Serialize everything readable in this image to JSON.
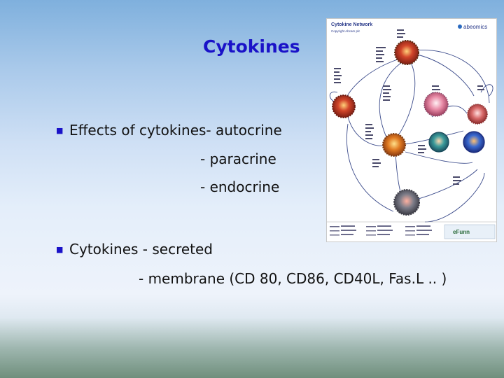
{
  "slide": {
    "title": "Cytokines",
    "bullets": [
      {
        "text": "Effects of cytokines- autocrine",
        "sub": [
          "- paracrine",
          "- endocrine"
        ]
      },
      {
        "text": "Cytokines - secreted",
        "sub": [
          "- membrane (CD 80, CD86, CD40L, Fas.L .. )"
        ]
      }
    ],
    "bullet_icon": "square-bullet",
    "accent_color": "#1a12c8"
  },
  "figure": {
    "title": "Cytokine Network",
    "subtitle": "Copyright Abcam plc",
    "logo_text": "abeomics",
    "watermark": "eFunn"
  }
}
